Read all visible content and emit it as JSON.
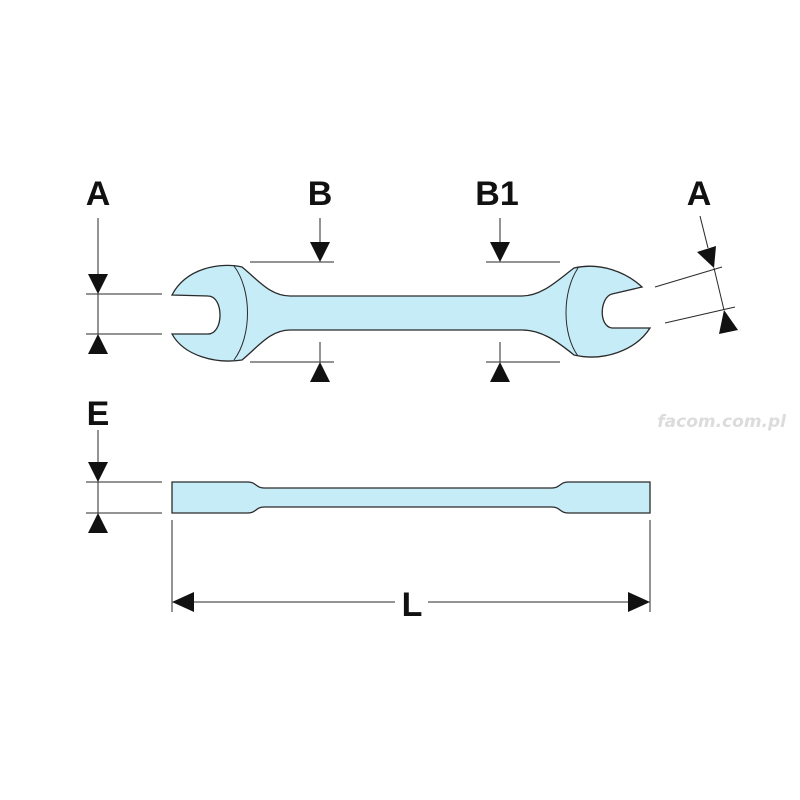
{
  "labels": {
    "a_left": "A",
    "b": "B",
    "b1": "B1",
    "a_right": "A",
    "e": "E",
    "l": "L"
  },
  "watermark": "facom.com.pl",
  "colors": {
    "wrench_fill": "#c6ecf7",
    "outline": "#2a2a2a",
    "arrow": "#111111",
    "watermark": "#dcdcdc"
  }
}
